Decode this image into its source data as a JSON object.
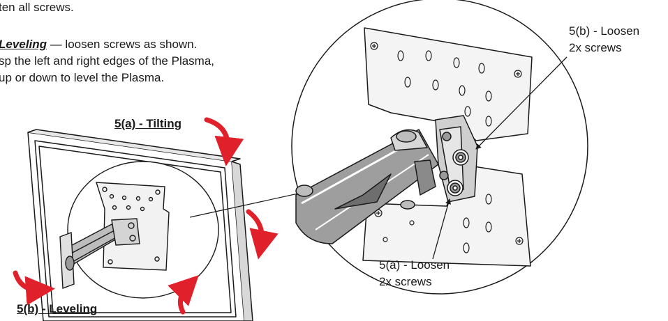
{
  "instructions": {
    "line1": "ten all screws.",
    "line2_title": "Leveling",
    "line2_rest": " — loosen screws as shown.",
    "line3": "sp the left and right edges of the Plasma,",
    "line4": "up or down to level the Plasma."
  },
  "labels": {
    "tilting": "5(a) - Tilting",
    "leveling": "5(b) - Leveling",
    "loosen_b_line1": "5(b) - Loosen",
    "loosen_b_line2": "2x screws",
    "loosen_a_line1": "5(a) - Loosen",
    "loosen_a_line2": "2x screws"
  },
  "colors": {
    "arrow": "#e0202a",
    "line": "#1a1a1a"
  }
}
